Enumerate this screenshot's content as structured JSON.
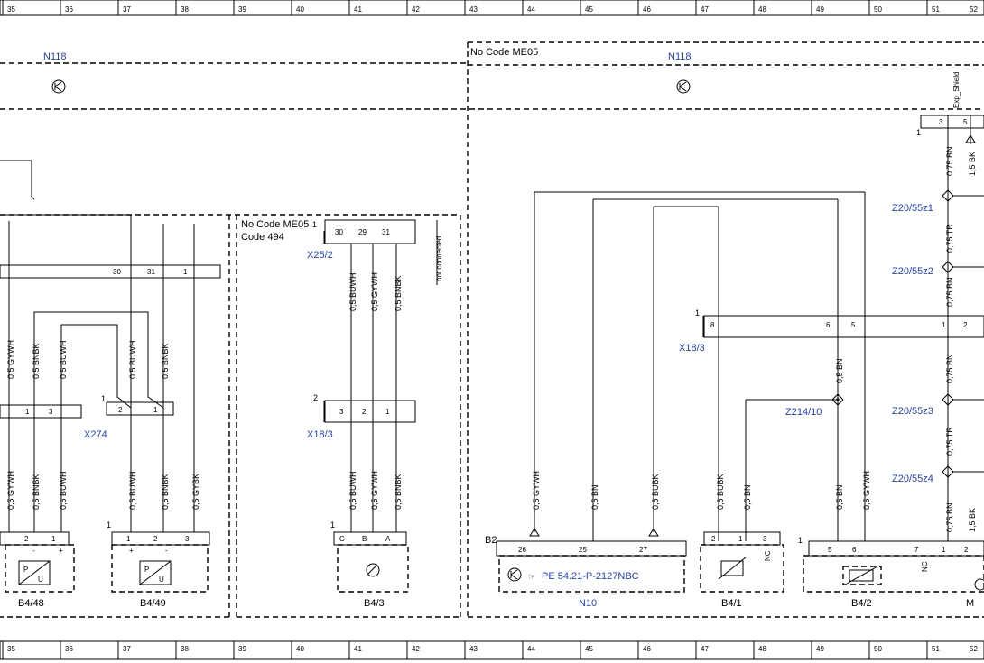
{
  "ruler": {
    "numbers": [
      "35",
      "36",
      "37",
      "38",
      "39",
      "40",
      "41",
      "42",
      "43",
      "44",
      "45",
      "46",
      "47",
      "48",
      "49",
      "50",
      "51",
      "52"
    ]
  },
  "areas": {
    "no_code_me05_right": "No  Code ME05",
    "no_code_me05_mid": "No  Code ME05",
    "code_494": "Code 494"
  },
  "components": {
    "n118_left": "N118",
    "n118_right": "N118",
    "x25_2": "X25/2",
    "x18_3_mid": "X18/3",
    "x18_3_right": "X18/3",
    "x274": "X274",
    "z214_10": "Z214/10",
    "z20_55z1": "Z20/55z1",
    "z20_55z2": "Z20/55z2",
    "z20_55z3": "Z20/55z3",
    "z20_55z4": "Z20/55z4",
    "b2": "B2",
    "n10": "N10",
    "n10_ref": "PE 54.21-P-2127NBC",
    "b4_48": "B4/48",
    "b4_49": "B4/49",
    "b4_3": "B4/3",
    "b4_1": "B4/1",
    "b4_2": "B4/2",
    "m_partial": "M",
    "not_connected": "not connected",
    "exp_shield": "Exp_Shield"
  },
  "wires": {
    "gywh": "0,5 GYWH",
    "bnbk": "0,5 BNBK",
    "buwh": "0,5 BUWH",
    "gybk": "0,5 GYBK",
    "bn": "0,5 BN",
    "bubk": "0,5 BUBK",
    "bn075": "0,75 BN",
    "tr075": "0,75 TR",
    "bk15": "1,5 BK"
  },
  "pins": {
    "p1": "1",
    "p2": "2",
    "p3": "3",
    "p5": "5",
    "p6": "6",
    "p7": "7",
    "p8": "8",
    "p25": "25",
    "p26": "26",
    "p27": "27",
    "p29": "29",
    "p30": "30",
    "p31": "31",
    "pA": "A",
    "pB": "B",
    "pC": "C",
    "nc": "NC",
    "plus": "+",
    "minus": "-",
    "P": "P",
    "U": "U"
  }
}
